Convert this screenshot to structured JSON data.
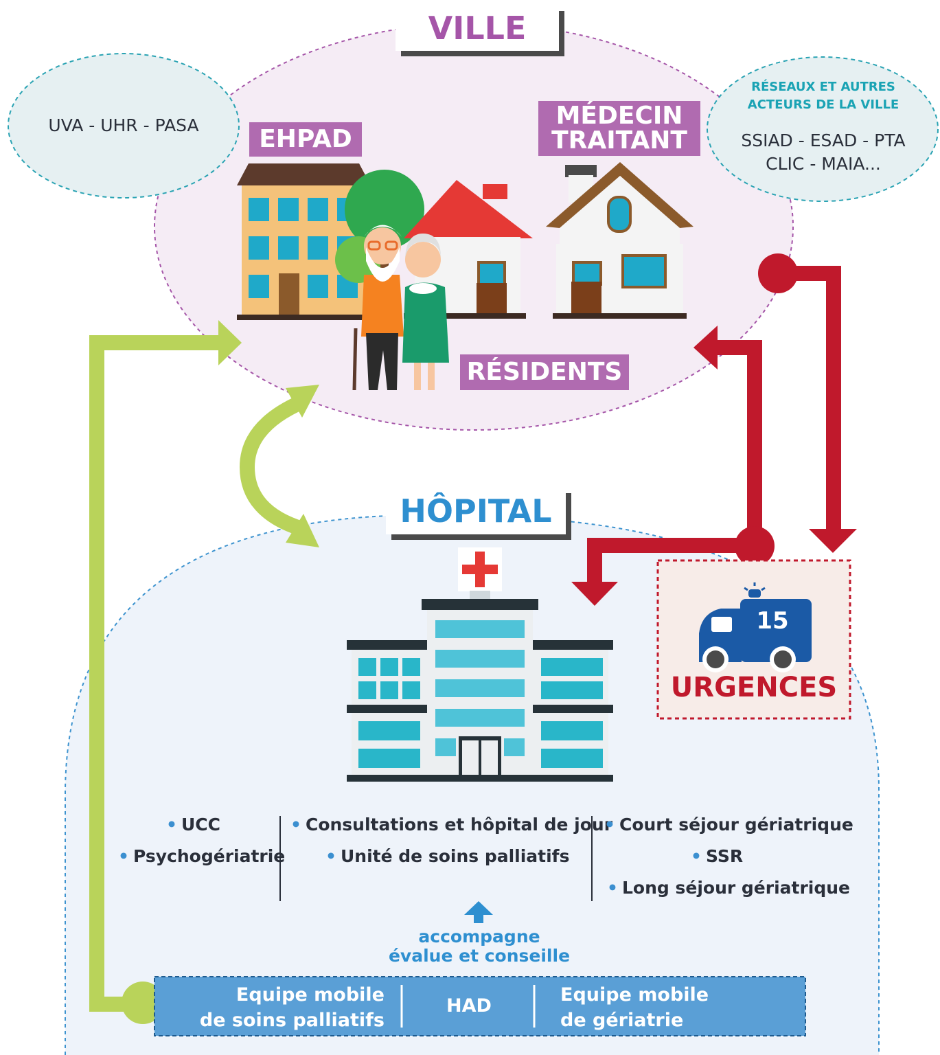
{
  "ville": {
    "title": "VILLE",
    "left_bubble": "UVA - UHR - PASA",
    "right_bubble": {
      "heading_line1": "RÉSEAUX ET AUTRES",
      "heading_line2": "ACTEURS DE LA VILLE",
      "line1": "SSIAD - ESAD - PTA",
      "line2": "CLIC - MAIA..."
    },
    "ehpad": "EHPAD",
    "medecin_line1": "MÉDECIN",
    "medecin_line2": "TRAITANT",
    "residents": "RÉSIDENTS"
  },
  "hopital": {
    "title": "HÔPITAL",
    "col1": [
      "UCC",
      "Psychogériatrie"
    ],
    "col2": [
      "Consultations et hôpital de jour",
      "Unité de soins palliatifs"
    ],
    "col3": [
      "Court séjour gériatrique",
      "SSR",
      "Long séjour gériatrique"
    ],
    "support_line1": "accompagne",
    "support_line2": "évalue et conseille"
  },
  "urgences": {
    "label": "URGENCES",
    "number": "15"
  },
  "teams": {
    "left_line1": "Equipe mobile",
    "left_line2": "de soins palliatifs",
    "middle": "HAD",
    "right_line1": "Equipe mobile",
    "right_line2": "de gériatrie"
  },
  "colors": {
    "ville_purple": "#a555a8",
    "tag_purple": "#b06bb0",
    "hopital_blue": "#2e8fd0",
    "urgences_red": "#c0192c",
    "arrow_green": "#b9d35a",
    "team_blue": "#5a9fd6",
    "ville_bg": "#f5ecf5",
    "hopital_bg": "#eef3fa",
    "bubble_bg": "#e6f0f2"
  }
}
